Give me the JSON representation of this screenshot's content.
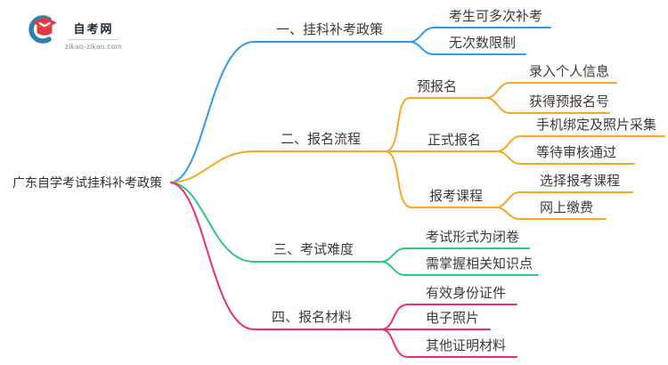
{
  "logo": {
    "title": "自考网",
    "domain": "zikao-zikao.com"
  },
  "colors": {
    "branch_blue": "#2E9AF0",
    "branch_orange": "#F7A827",
    "branch_green": "#2EC97E",
    "branch_pink": "#EE2E72",
    "logo_crescent": "#2A7FB5",
    "logo_cap": "#E2383E",
    "text": "#3a3a3a"
  },
  "mindmap": {
    "root": {
      "label": "广东自学考试挂科补考政策"
    },
    "branches": [
      {
        "label": "一、挂科补考政策",
        "color": "#2E9AF0",
        "children": [
          {
            "label": "考生可多次补考"
          },
          {
            "label": "无次数限制"
          }
        ]
      },
      {
        "label": "二、报名流程",
        "color": "#F7A827",
        "children": [
          {
            "label": "预报名",
            "children": [
              {
                "label": "录入个人信息"
              },
              {
                "label": "获得预报名号"
              }
            ]
          },
          {
            "label": "正式报名",
            "children": [
              {
                "label": "手机绑定及照片采集"
              },
              {
                "label": "等待审核通过"
              }
            ]
          },
          {
            "label": "报考课程",
            "children": [
              {
                "label": "选择报考课程"
              },
              {
                "label": "网上缴费"
              }
            ]
          }
        ]
      },
      {
        "label": "三、考试难度",
        "color": "#2EC97E",
        "children": [
          {
            "label": "考试形式为闭卷"
          },
          {
            "label": "需掌握相关知识点"
          }
        ]
      },
      {
        "label": "四、报名材料",
        "color": "#EE2E72",
        "children": [
          {
            "label": "有效身份证件"
          },
          {
            "label": "电子照片"
          },
          {
            "label": "其他证明材料"
          }
        ]
      }
    ]
  }
}
